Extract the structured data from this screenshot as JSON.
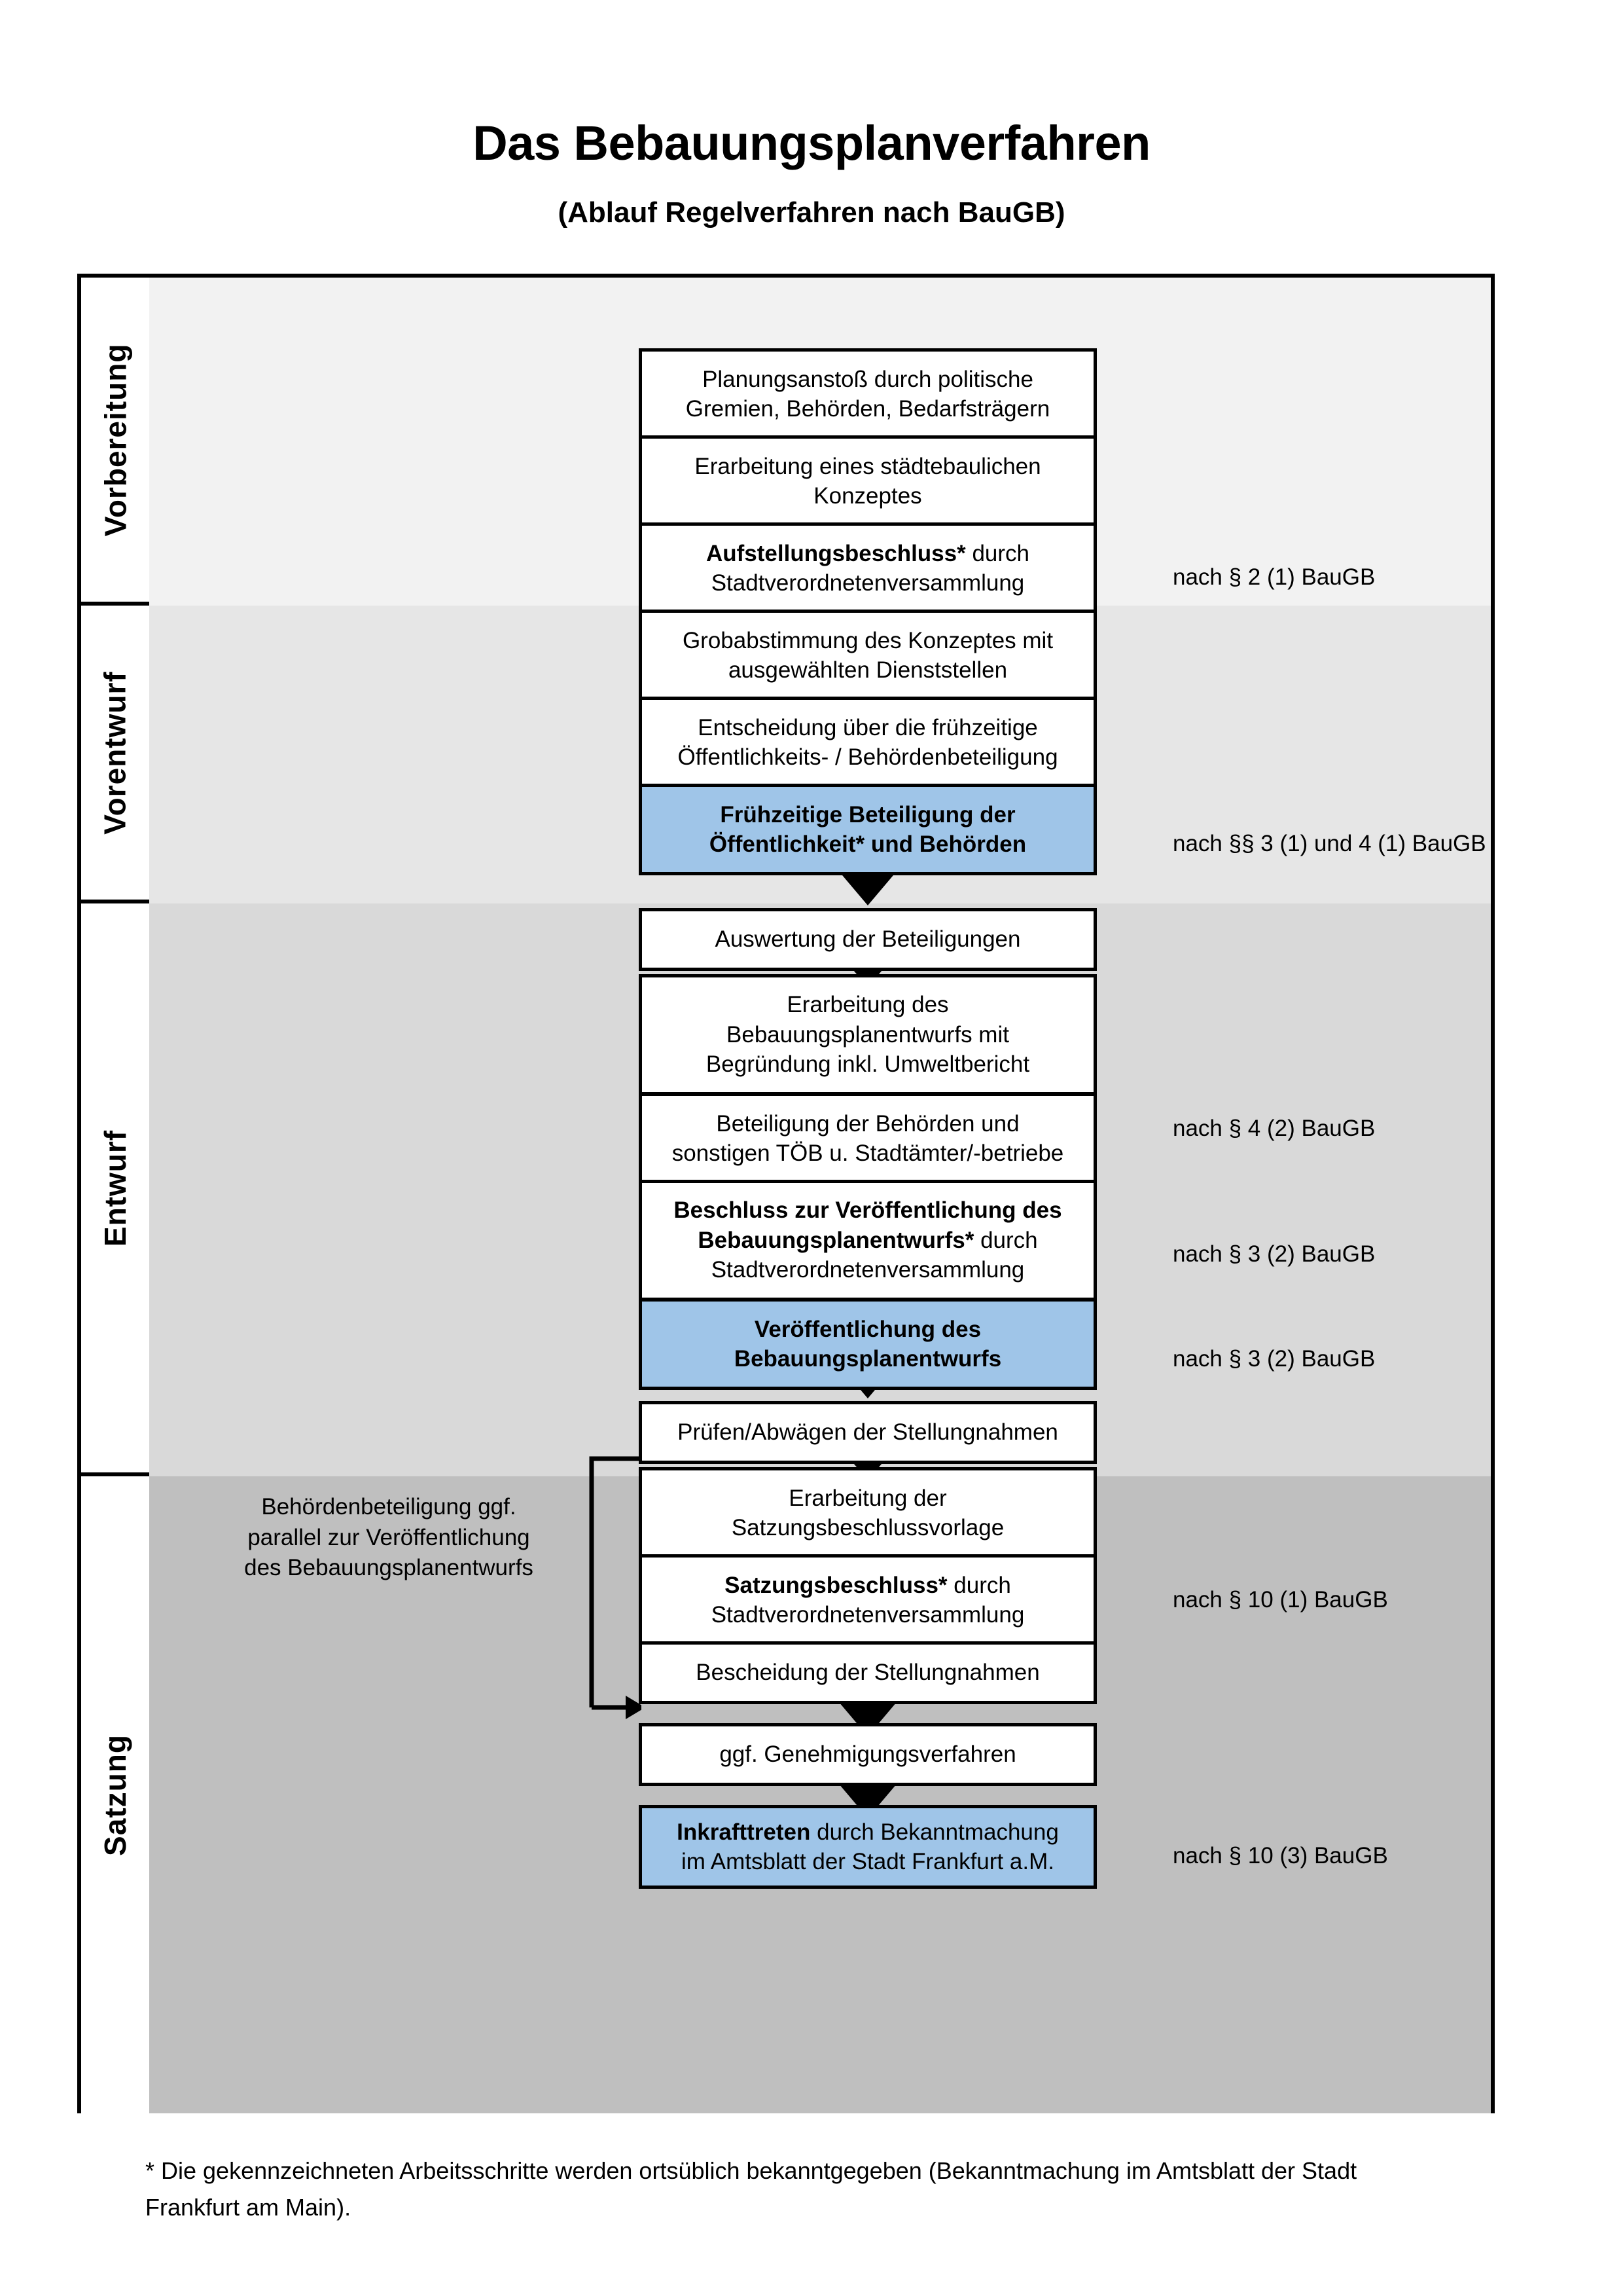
{
  "header": {
    "title": "Das Bebauungsplanverfahren",
    "subtitle": "(Ablauf Regelverfahren nach BauGB)"
  },
  "colors": {
    "highlight_blue": "#9fc5e8",
    "band_vorbereitung": "#f2f2f2",
    "band_vorentwurf": "#e6e6e6",
    "band_entwurf": "#d9d9d9",
    "band_satzung": "#bfbfbf",
    "border": "#000000"
  },
  "stages": [
    {
      "label": "Vorbereitung"
    },
    {
      "label": "Vorentwurf"
    },
    {
      "label": "Entwurf"
    },
    {
      "label": "Satzung"
    }
  ],
  "steps": [
    {
      "lines": [
        "Planungsanstoß durch politische",
        "Gremien, Behörden, Bedarfsträgern"
      ],
      "bold": [
        false,
        false
      ],
      "highlight": false,
      "stage": "Vorbereitung"
    },
    {
      "lines": [
        "Erarbeitung eines städtebaulichen",
        "Konzeptes"
      ],
      "bold": [
        false,
        false
      ],
      "highlight": false,
      "stage": "Vorbereitung"
    },
    {
      "lines": [
        "Aufstellungsbeschluss* durch",
        "Stadtverordnetenversammlung"
      ],
      "bold": [
        true,
        false
      ],
      "highlight": false,
      "stage": "Vorbereitung"
    },
    {
      "lines": [
        "Grobabstimmung des Konzeptes mit",
        "ausgewählten Dienststellen"
      ],
      "bold": [
        false,
        false
      ],
      "highlight": false,
      "stage": "Vorentwurf"
    },
    {
      "lines": [
        "Entscheidung über die frühzeitige",
        "Öffentlichkeits- / Behördenbeteiligung"
      ],
      "bold": [
        false,
        false
      ],
      "highlight": false,
      "stage": "Vorentwurf"
    },
    {
      "lines": [
        "Frühzeitige Beteiligung der",
        "Öffentlichkeit* und Behörden"
      ],
      "bold": [
        true,
        true
      ],
      "highlight": true,
      "stage": "Vorentwurf"
    },
    {
      "lines": [
        "Auswertung der Beteiligungen"
      ],
      "bold": [
        false
      ],
      "highlight": false,
      "stage": "Entwurf"
    },
    {
      "lines": [
        "Erarbeitung des",
        "Bebauungsplanentwurfs mit",
        "Begründung inkl. Umweltbericht"
      ],
      "bold": [
        false,
        false,
        false
      ],
      "highlight": false,
      "stage": "Entwurf"
    },
    {
      "lines": [
        "Beteiligung der Behörden und",
        "sonstigen TÖB u. Stadtämter/-betriebe"
      ],
      "bold": [
        false,
        false
      ],
      "highlight": false,
      "stage": "Entwurf"
    },
    {
      "lines": [
        "Beschluss zur Veröffentlichung des",
        "Bebauungsplanentwurfs* durch",
        "Stadtverordnetenversammlung"
      ],
      "bold": [
        true,
        true,
        false
      ],
      "highlight": false,
      "stage": "Entwurf"
    },
    {
      "lines": [
        "Veröffentlichung des",
        "Bebauungsplanentwurfs"
      ],
      "bold": [
        true,
        true
      ],
      "highlight": true,
      "stage": "Entwurf"
    },
    {
      "lines": [
        "Prüfen/Abwägen der Stellungnahmen"
      ],
      "bold": [
        false
      ],
      "highlight": false,
      "stage": "Satzung"
    },
    {
      "lines": [
        "Erarbeitung der",
        "Satzungsbeschlussvorlage"
      ],
      "bold": [
        false,
        false
      ],
      "highlight": false,
      "stage": "Satzung"
    },
    {
      "lines": [
        "Satzungsbeschluss* durch",
        "Stadtverordnetenversammlung"
      ],
      "bold": [
        true,
        false
      ],
      "highlight": false,
      "stage": "Satzung"
    },
    {
      "lines": [
        "Bescheidung der Stellungnahmen"
      ],
      "bold": [
        false
      ],
      "highlight": false,
      "stage": "Satzung"
    },
    {
      "lines": [
        "ggf. Genehmigungsverfahren"
      ],
      "bold": [
        false
      ],
      "highlight": false,
      "stage": "Satzung"
    },
    {
      "lines": [
        "Inkrafttreten durch Bekanntmachung",
        "im Amtsblatt der Stadt Frankfurt a.M."
      ],
      "bold": [
        true,
        false
      ],
      "highlight": true,
      "stage": "Satzung"
    }
  ],
  "step_text": {
    "s0l0": "Planungsanstoß durch politische",
    "s0l1": "Gremien, Behörden, Bedarfsträgern",
    "s1l0": "Erarbeitung eines städtebaulichen",
    "s1l1": "Konzeptes",
    "s2l0": "Aufstellungsbeschluss*",
    "s2l0b": " durch",
    "s2l1": "Stadtverordnetenversammlung",
    "s3l0": "Grobabstimmung des Konzeptes mit",
    "s3l1": "ausgewählten Dienststellen",
    "s4l0": "Entscheidung über die frühzeitige",
    "s4l1": "Öffentlichkeits- / Behördenbeteiligung",
    "s5l0": "Frühzeitige Beteiligung der",
    "s5l1": "Öffentlichkeit* und Behörden",
    "s6l0": "Auswertung der Beteiligungen",
    "s7l0": "Erarbeitung des",
    "s7l1": "Bebauungsplanentwurfs mit",
    "s7l2": "Begründung inkl. Umweltbericht",
    "s8l0": "Beteiligung der Behörden und",
    "s8l1": "sonstigen TÖB u. Stadtämter/-betriebe",
    "s9l0": "Beschluss zur Veröffentlichung des",
    "s9l1": "Bebauungsplanentwurfs*",
    "s9l1b": " durch",
    "s9l2": "Stadtverordnetenversammlung",
    "s10l0": "Veröffentlichung des",
    "s10l1": "Bebauungsplanentwurfs",
    "s11l0": "Prüfen/Abwägen der Stellungnahmen",
    "s12l0": "Erarbeitung der",
    "s12l1": "Satzungsbeschlussvorlage",
    "s13l0": "Satzungsbeschluss*",
    "s13l0b": " durch",
    "s13l1": "Stadtverordnetenversammlung",
    "s14l0": "Bescheidung der Stellungnahmen",
    "s15l0": "ggf. Genehmigungsverfahren",
    "s16l0": "Inkrafttreten",
    "s16l0b": " durch Bekanntmachung",
    "s16l1": "im Amtsblatt der Stadt Frankfurt a.M."
  },
  "law_notes": [
    {
      "text": "nach § 2 (1) BauGB",
      "for_step": "Aufstellungsbeschluss"
    },
    {
      "text": "nach §§ 3 (1) und 4 (1) BauGB",
      "for_step": "Frühzeitige Beteiligung"
    },
    {
      "text": "nach § 4 (2) BauGB",
      "for_step": "Beteiligung der Behörden"
    },
    {
      "text": "nach § 3 (2) BauGB",
      "for_step": "Beschluss zur Veröffentlichung"
    },
    {
      "text": "nach § 3 (2) BauGB",
      "for_step": "Veröffentlichung"
    },
    {
      "text": "nach § 10 (1) BauGB",
      "for_step": "Satzungsbeschluss"
    },
    {
      "text": "nach § 10 (3) BauGB",
      "for_step": "Inkrafttreten"
    }
  ],
  "side_note": {
    "lines": [
      "Behördenbeteiligung",
      "ggf. parallel zur",
      "Veröffentlichung des",
      "Bebauungsplanentwurfs"
    ],
    "l0": "Behördenbeteiligung",
    "l1": "ggf. parallel zur",
    "l2": "Veröffentlichung des",
    "l3": "Bebauungsplanentwurfs"
  },
  "footnote": {
    "line1": "* Die gekennzeichneten Arbeitsschritte werden ortsüblich bekanntgegeben (Bekanntmachung im Amtsblatt  der Stadt",
    "line2": "Frankfurt am Main)."
  }
}
